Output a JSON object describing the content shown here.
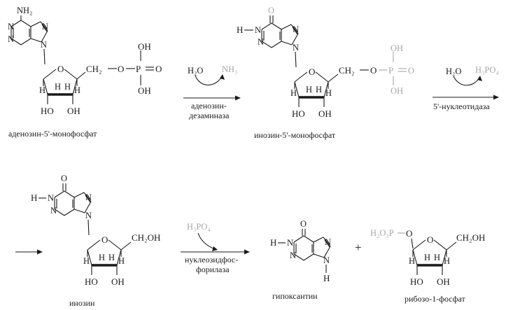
{
  "molecules": {
    "amp": {
      "name": "аденозин-5'-монофосфат",
      "nh2": "NH₂",
      "o_ring": "O",
      "ch2": "CH₂",
      "o_link": "O",
      "p": "P",
      "oh_top": "OH",
      "oh_bottom": "OH",
      "o_dbl": "O",
      "h_left": "H",
      "h_right": "H",
      "h_low_left": "H",
      "h_low_right": "H",
      "ho": "HO",
      "oh_sugar": "OH",
      "n_labels": [
        "N",
        "N",
        "N",
        "N"
      ]
    },
    "imp": {
      "name": "инозин-5'-монофосфат",
      "o_carbonyl": "O",
      "h_n": "H",
      "o_ring": "O",
      "ch2": "CH₂",
      "o_link": "O",
      "p": "P",
      "oh_top": "OH",
      "oh_bottom": "OH",
      "o_dbl": "O",
      "h_left": "H",
      "h_right": "H",
      "h_low_left": "H",
      "h_low_right": "H",
      "ho": "HO",
      "oh_sugar": "OH",
      "n_labels": [
        "N",
        "N",
        "N",
        "N"
      ]
    },
    "inosine": {
      "name": "инозин",
      "o_carbonyl": "O",
      "h_n": "H",
      "o_ring": "O",
      "ch2oh": "CH₂OH",
      "h_left": "H",
      "h_right": "H",
      "h_low_left": "H",
      "h_low_right": "H",
      "ho": "HO",
      "oh_sugar": "OH",
      "n_labels": [
        "N",
        "N",
        "N",
        "N"
      ]
    },
    "hypoxanthine": {
      "name": "гипоксантин",
      "o_carbonyl": "O",
      "h_n": "H",
      "h_n9": "H",
      "n_labels": [
        "N",
        "N",
        "N",
        "N"
      ]
    },
    "ribose1p": {
      "name": "рибозо-1-фосфат",
      "h2o3p": "H₂O₃P",
      "o_link": "O",
      "o_ring": "O",
      "ch2oh": "CH₂OH",
      "h_left": "H",
      "h_right": "H",
      "h_low_left": "H",
      "h_low_right": "H",
      "ho": "HO",
      "oh_sugar": "OH"
    }
  },
  "reactions": {
    "r1": {
      "reagent_in": "H₂O",
      "product_out": "NH₃",
      "enzyme_line1": "аденозин-",
      "enzyme_line2": "дезаминаза"
    },
    "r2": {
      "reagent_in": "H₂O",
      "product_out": "H₃PO₄",
      "enzyme": "5'-нуклеотидаза"
    },
    "r3": {
      "reagent_in": "H₃PO₄",
      "enzyme_line1": "нуклеозидфос-",
      "enzyme_line2": "форилаза"
    }
  },
  "plus_sign": "+"
}
